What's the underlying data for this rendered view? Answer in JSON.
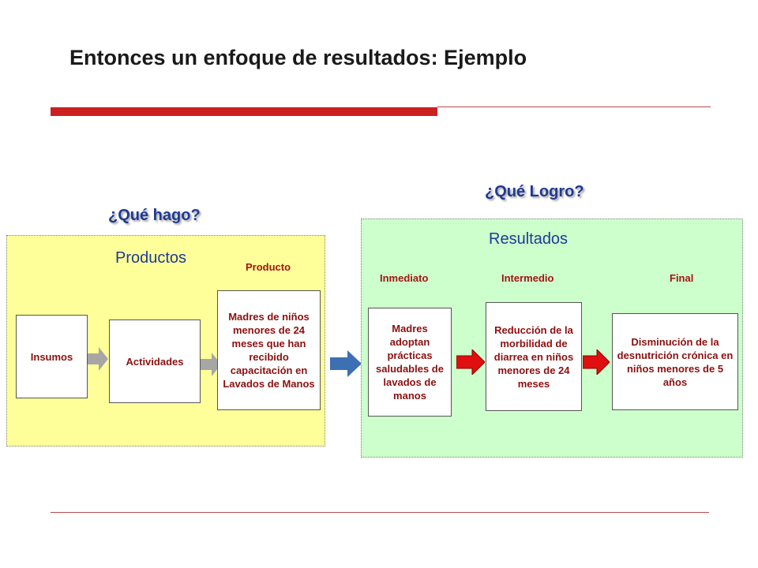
{
  "title": "Entonces un enfoque de resultados: Ejemplo",
  "questions": {
    "hago": "¿Qué hago?",
    "logro": "¿Qué Logro?"
  },
  "productos": {
    "panel_title": "Productos",
    "producto_label": "Producto",
    "insumos": "Insumos",
    "actividades": "Actividades",
    "producto_text": "Madres de niños menores de 24 meses que han recibido capacitación en Lavados de Manos"
  },
  "resultados": {
    "panel_title": "Resultados",
    "inmediato_label": "Inmediato",
    "intermedio_label": "Intermedio",
    "final_label": "Final",
    "inmediato_text": "Madres adoptan prácticas saludables de lavados de manos",
    "intermedio_text": "Reducción de la morbilidad de diarrea en niños menores de 24 meses",
    "final_text": "Disminución de la desnutrición crónica en niños menores de 5 años"
  },
  "colors": {
    "accent_red": "#cc1f1f",
    "question_blue": "#1f3a93",
    "box_text": "#8b1010",
    "yellow_panel": "#ffff99",
    "green_panel": "#ccffcc",
    "gray_arrow": "#a6a6a6",
    "blue_arrow": "#3d6fb3",
    "red_arrow": "#e01010"
  }
}
